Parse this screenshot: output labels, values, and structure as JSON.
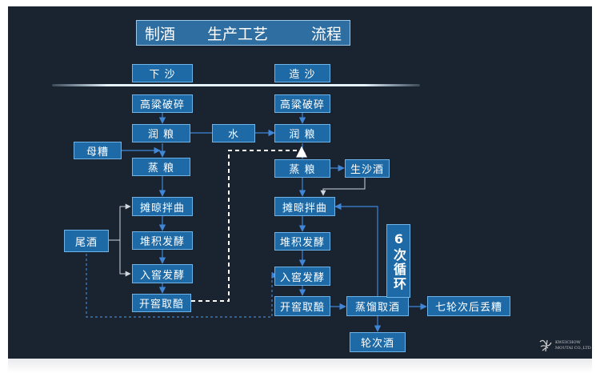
{
  "title": {
    "part1": "制酒",
    "part2": "生产工艺",
    "part3": "流程"
  },
  "left_column": {
    "header": "下 沙",
    "steps": [
      "高粱破碎",
      "润 粮",
      "蒸 粮",
      "摊晾拌曲",
      "堆积发酵",
      "入窖发酵",
      "开窖取醅"
    ]
  },
  "right_column": {
    "header": "造 沙",
    "steps": [
      "高粱破碎",
      "润 粮",
      "蒸 粮",
      "摊晾拌曲",
      "堆积发酵",
      "入窖发酵",
      "开窖取醅"
    ]
  },
  "side_inputs": {
    "water": "水",
    "mother_grains": "母糟",
    "tail_liquor": "尾酒"
  },
  "outputs": {
    "raw_sand_liquor": "生沙酒",
    "distill": "蒸馏取酒",
    "discard": "七轮次后丢糟",
    "round_liquor": "轮次酒"
  },
  "cycle_label": "6次循环",
  "logo": {
    "line1": "KWEICHOW",
    "line2": "MOUTAI CO.,LTD"
  },
  "colors": {
    "background": "#1a2330",
    "box_fill": "#1e6aa6",
    "box_border": "#6fb4e8",
    "arrow": "#3f86d6",
    "dashed": "#ffffff",
    "separator": "#c7e3f5"
  }
}
